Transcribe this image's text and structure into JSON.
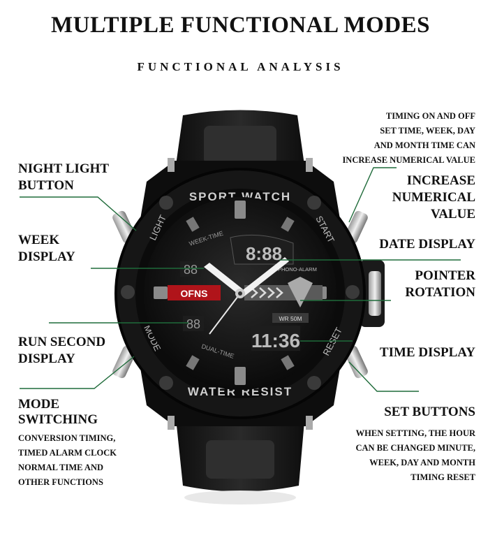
{
  "header": {
    "title": "MULTIPLE FUNCTIONAL MODES",
    "subtitle": "FUNCTIONAL ANALYSIS"
  },
  "left_labels": {
    "night_light": [
      "NIGHT LIGHT",
      "BUTTON"
    ],
    "week_display": [
      "WEEK",
      "DISPLAY"
    ],
    "run_second": [
      "RUN SECOND",
      "DISPLAY"
    ],
    "mode_switching": [
      "MODE",
      "SWITCHING"
    ],
    "mode_desc": [
      "CONVERSION TIMING,",
      "TIMED ALARM CLOCK",
      "NORMAL TIME AND",
      "OTHER FUNCTIONS"
    ]
  },
  "right_labels": {
    "timing_desc": [
      "TIMING ON AND OFF",
      "SET TIME, WEEK, DAY",
      "AND MONTH TIME CAN",
      "INCREASE NUMERICAL VALUE"
    ],
    "increase": [
      "INCREASE",
      "NUMERICAL",
      "VALUE"
    ],
    "date_display": "DATE DISPLAY",
    "pointer_rotation": [
      "POINTER",
      "ROTATION"
    ],
    "time_display": "TIME DISPLAY",
    "set_buttons": "SET BUTTONS",
    "set_desc": [
      "WHEN SETTING, THE HOUR",
      "CAN BE CHANGED MINUTE,",
      "WEEK, DAY AND MONTH",
      "TIMING RESET"
    ]
  },
  "watch": {
    "bezel_top": "SPORT WATCH",
    "bezel_bottom": "WATER RESIST",
    "bezel_left_top": "LIGHT",
    "bezel_left_bottom": "MODE",
    "bezel_right_top": "START",
    "bezel_right_bottom": "RESET",
    "week_time": "WEEK-TIME",
    "dual_time": "DUAL-TIME",
    "phono_alarm": "PHONO-ALARM",
    "brand": "OFNS",
    "wr": "WR 50M",
    "digits_top": "8:88",
    "digits_bottom": "11:36",
    "digits_left_top": "88",
    "digits_left_bottom": "88"
  },
  "colors": {
    "leader_line": "#1f6b3a",
    "strap": "#1a1a1a",
    "bezel": "#0d0d0d"
  }
}
